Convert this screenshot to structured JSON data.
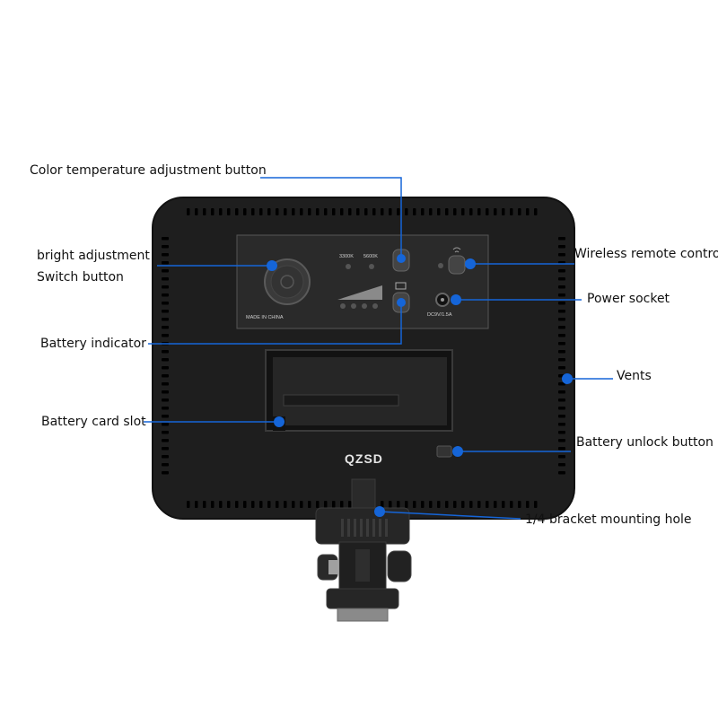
{
  "brand": "QZSD",
  "panel": {
    "temp_labels": [
      "3300K",
      "5600K"
    ],
    "made_in": "MADE IN CHINA",
    "power_rating": "DC9V/1.5A"
  },
  "callouts": {
    "color_temp": "Color temperature adjustment button",
    "bright_line1": "bright adjustment",
    "bright_line2": "Switch button",
    "battery_indicator": "Battery indicator",
    "battery_slot": "Battery card slot",
    "wireless": "Wireless remote control",
    "power_socket": "Power socket",
    "vents": "Vents",
    "battery_unlock": "Battery unlock button",
    "mounting_hole": "1/4 bracket mounting hole"
  },
  "colors": {
    "callout_line": "#1565d8",
    "body": "#1e1e1e",
    "panel": "#2b2b2b"
  }
}
